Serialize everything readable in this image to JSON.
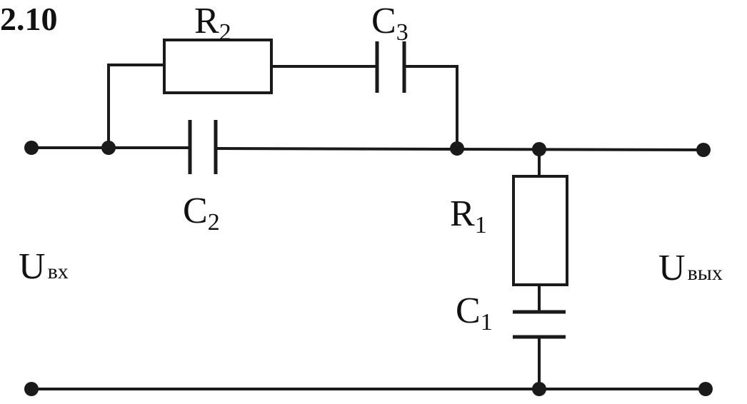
{
  "figure_number": "2.10",
  "components": {
    "R1": {
      "letter": "R",
      "index": "1"
    },
    "R2": {
      "letter": "R",
      "index": "2"
    },
    "C1": {
      "letter": "C",
      "index": "1"
    },
    "C2": {
      "letter": "C",
      "index": "2"
    },
    "C3": {
      "letter": "C",
      "index": "3"
    }
  },
  "ports": {
    "input": {
      "letter": "U",
      "subscript": "вх"
    },
    "output": {
      "letter": "U",
      "subscript": "вых"
    }
  },
  "colors": {
    "ink": "#1a1a1a",
    "background": "#ffffff"
  }
}
